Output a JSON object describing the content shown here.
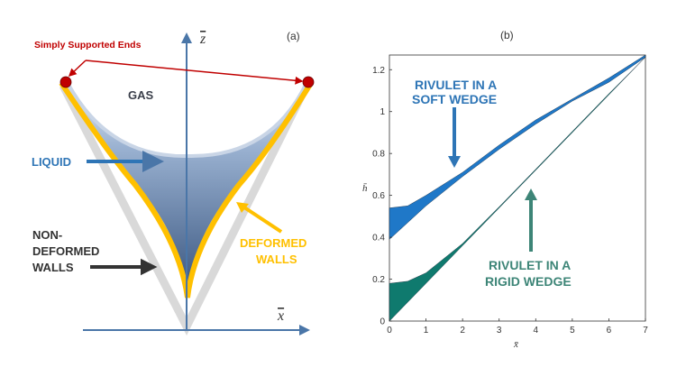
{
  "panel_a": {
    "label": "(a)",
    "z_axis": "z",
    "x_axis": "x",
    "supports_label": "Simply Supported Ends",
    "gas_label": "GAS",
    "liquid_label": "LIQUID",
    "nondeformed_label": [
      "NON-",
      "DEFORMED",
      "WALLS"
    ],
    "deformed_label": [
      "DEFORMED",
      "WALLS"
    ],
    "colors": {
      "wall": "#ffc000",
      "nondeformed": "#d9d9d9",
      "liquid_dark": "#1f3f6e",
      "support": "#c00000",
      "axis": "#4a76a8"
    }
  },
  "chart_data": {
    "type": "area",
    "panel_label": "(b)",
    "xlabel": "x̄",
    "ylabel": "h̄",
    "xlim": [
      0,
      7
    ],
    "ylim": [
      0,
      1.27
    ],
    "xticks": [
      0,
      1,
      2,
      3,
      4,
      5,
      6,
      7
    ],
    "yticks": [
      0,
      0.2,
      0.4,
      0.6,
      0.8,
      1,
      1.2
    ],
    "x": [
      0,
      0.5,
      1,
      2,
      3,
      4,
      5,
      6,
      7
    ],
    "series": [
      {
        "name": "RIVULET IN A SOFT WEDGE",
        "color": "#1f78c8",
        "upper": [
          0.54,
          0.55,
          0.6,
          0.71,
          0.84,
          0.96,
          1.06,
          1.16,
          1.27
        ],
        "lower": [
          0.39,
          0.47,
          0.55,
          0.69,
          0.82,
          0.94,
          1.05,
          1.14,
          1.26
        ]
      },
      {
        "name": "RIVULET IN A RIGID WEDGE",
        "color": "#0f7a6e",
        "upper": [
          0.18,
          0.19,
          0.23,
          0.37,
          0.545,
          0.725,
          0.905,
          1.085,
          1.26
        ],
        "lower": [
          0,
          0.09,
          0.18,
          0.36,
          0.54,
          0.72,
          0.9,
          1.08,
          1.26
        ]
      }
    ],
    "annotations": [
      {
        "lines": [
          "RIVULET IN A",
          "SOFT WEDGE"
        ],
        "color": "#2e75b6"
      },
      {
        "lines": [
          "RIVULET IN A",
          "RIGID WEDGE"
        ],
        "color": "#3d8577"
      }
    ]
  }
}
